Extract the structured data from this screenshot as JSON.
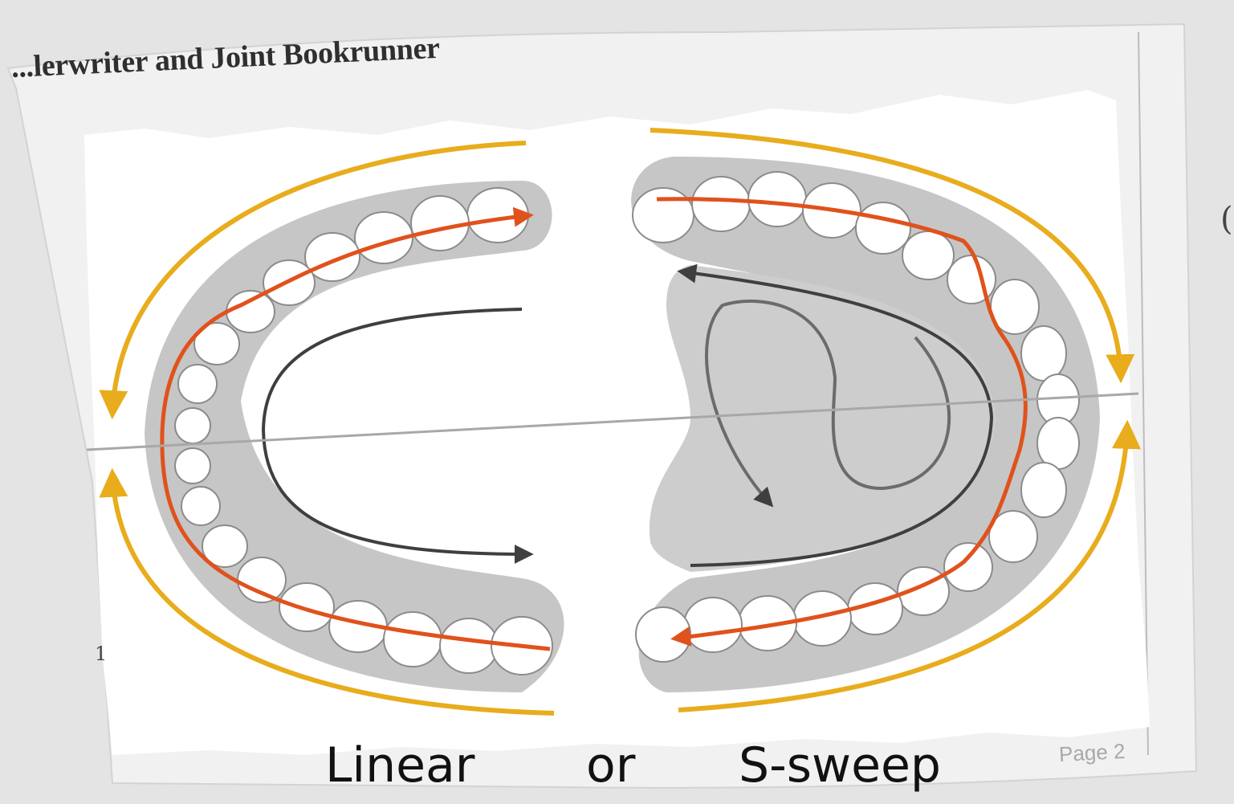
{
  "header_text": "...lerwriter and Joint Bookrunner",
  "page_label": "Page 2",
  "captions": {
    "left": "Linear",
    "middle": "or",
    "right": "S-sweep"
  },
  "colors": {
    "background": "#e4e4e4",
    "paper": "#ffffff",
    "gum": "#c6c6c6",
    "palate": "#cdcdcd",
    "outer_arrow": "#e8ac1c",
    "path": "#e0521c",
    "inner_arrow": "#3f3f3f"
  },
  "icons": [
    "orange-arrowhead",
    "yellow-arrowhead",
    "dark-arrowhead"
  ]
}
